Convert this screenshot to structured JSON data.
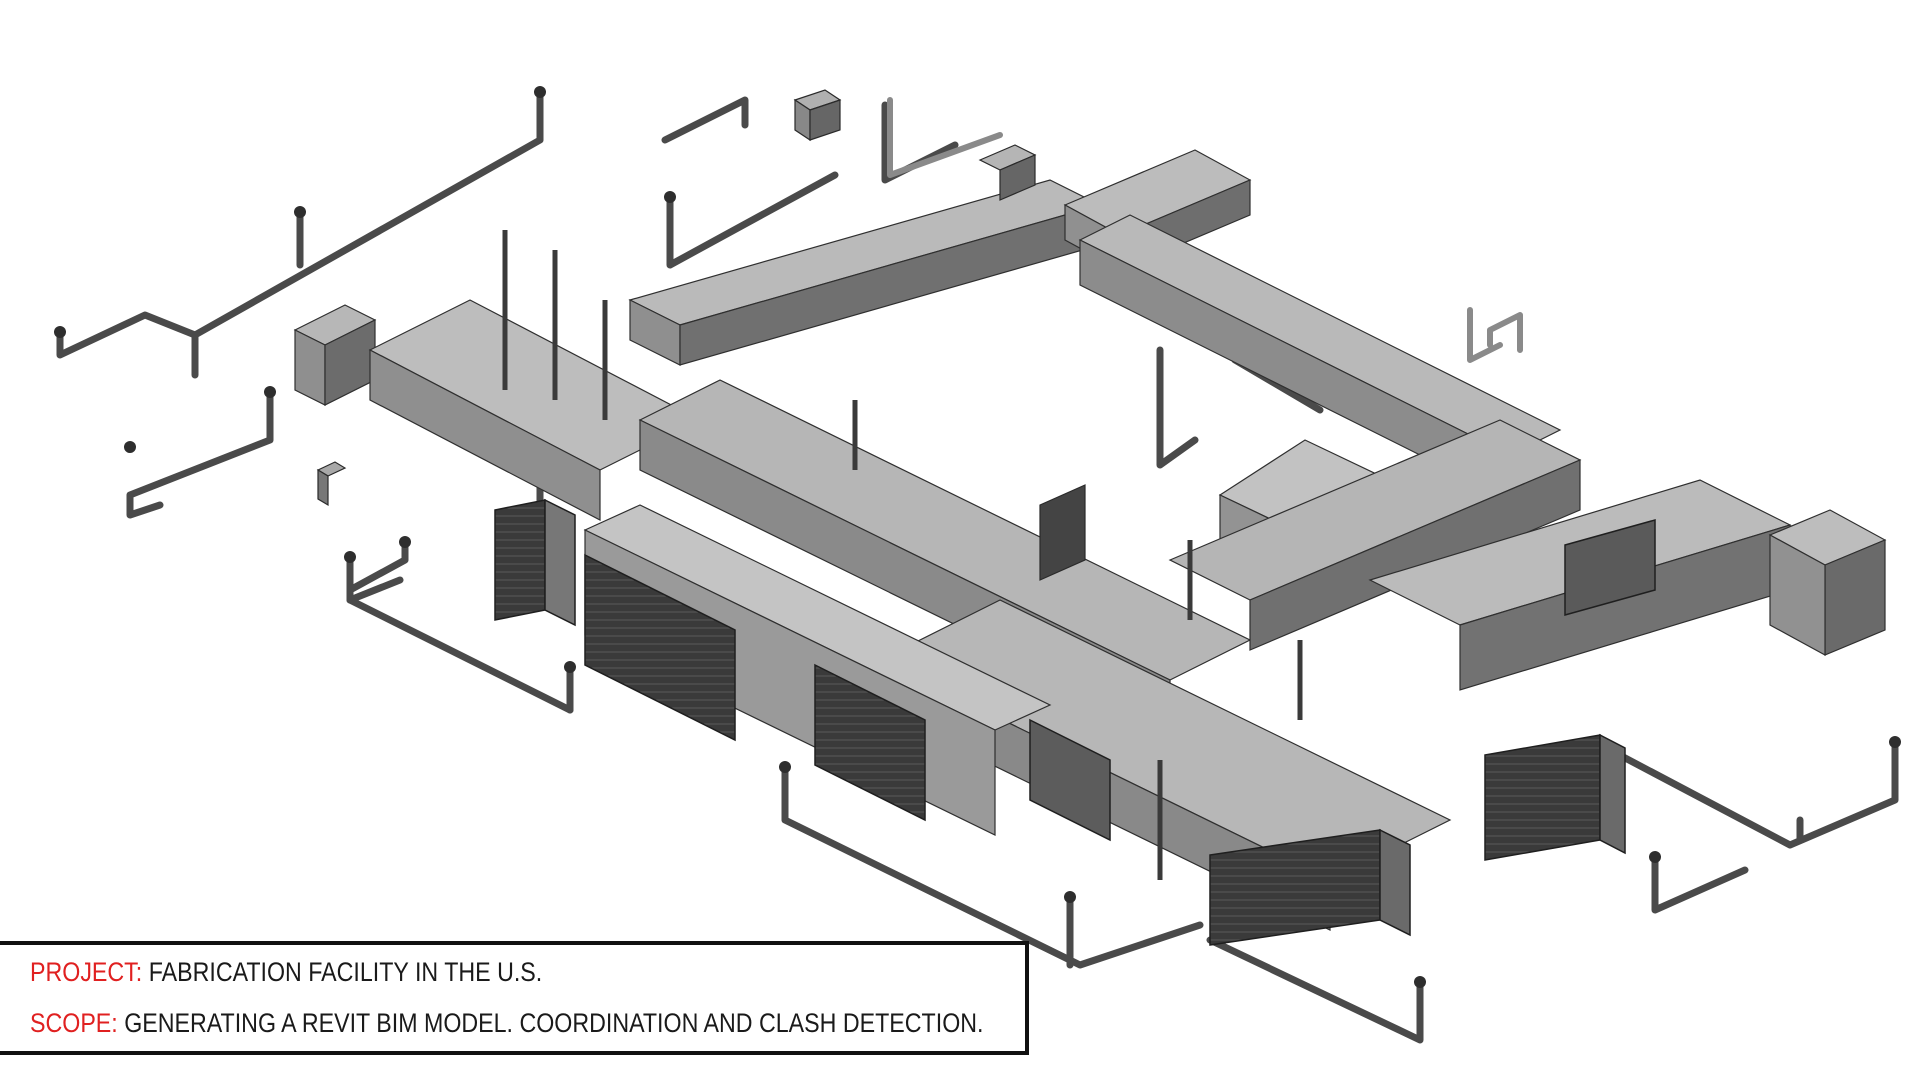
{
  "caption": {
    "project_label": "PROJECT:",
    "project_value": "FABRICATION FACILITY IN THE U.S.",
    "scope_label": "SCOPE:",
    "scope_value": "GENERATING A REVIT BIM MODEL. COORDINATION AND CLASH DETECTION."
  },
  "colors": {
    "label_red": "#e02020",
    "text_dark": "#1a1a1a",
    "duct_top": "#b7b7b7",
    "duct_left": "#8f8f8f",
    "duct_right": "#6c6c6c",
    "pipe": "#555555"
  }
}
